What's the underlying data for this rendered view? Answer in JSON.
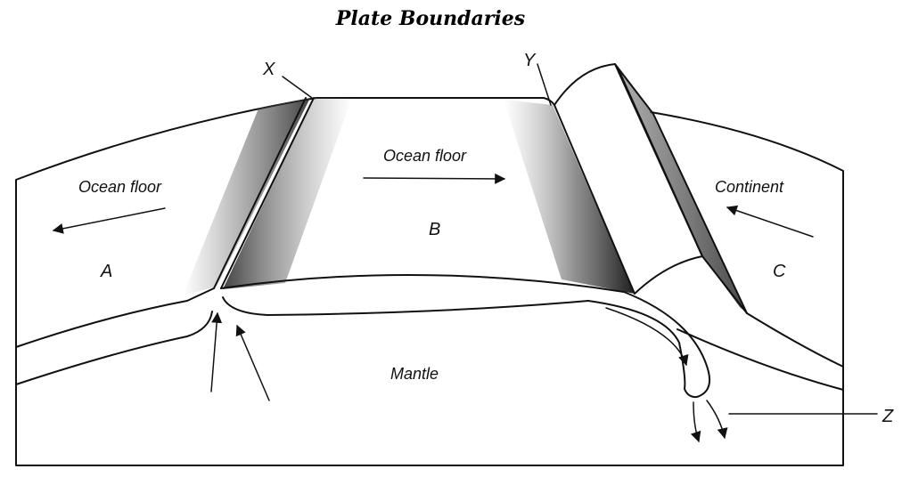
{
  "title": "Plate Boundaries",
  "labels": {
    "ocean_floor_left": "Ocean floor",
    "ocean_floor_center": "Ocean floor",
    "continent": "Continent",
    "mantle": "Mantle",
    "plate_a": "A",
    "plate_b": "B",
    "plate_c": "C",
    "point_x": "X",
    "point_y": "Y",
    "point_z": "Z"
  },
  "colors": {
    "ink": "#111111",
    "background": "#ffffff"
  }
}
